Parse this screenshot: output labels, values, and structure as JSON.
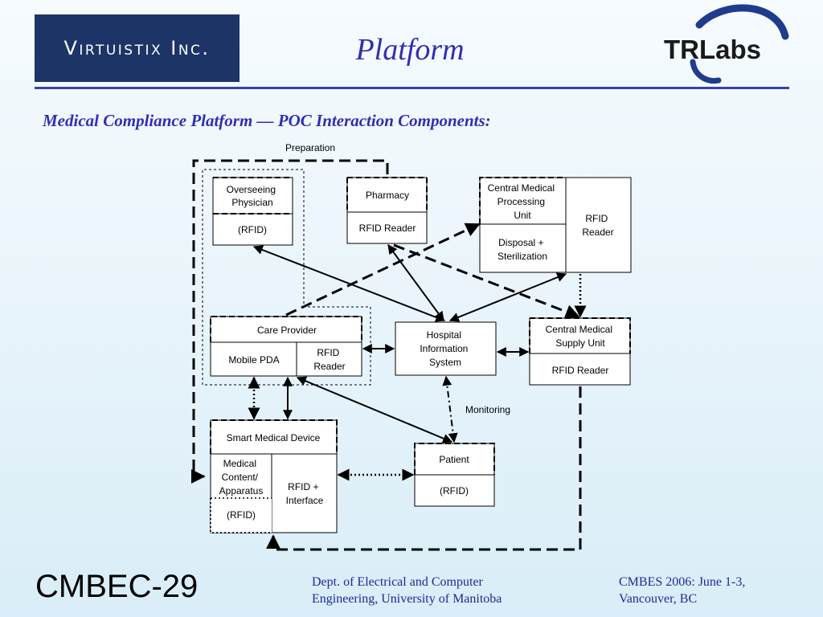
{
  "header": {
    "left_logo_text": "Virtuistix Inc.",
    "title": "Platform",
    "right_logo_text": "TRLabs"
  },
  "subtitle": "Medical Compliance Platform — POC Interaction Components:",
  "diagram": {
    "preparation_label": "Preparation",
    "monitoring_label": "Monitoring",
    "physician": {
      "title": [
        "Overseeing",
        "Physician"
      ],
      "rfid": "(RFID)"
    },
    "pharmacy": {
      "title": "Pharmacy",
      "rfid": "RFID Reader"
    },
    "central_processing": {
      "title": [
        "Central Medical",
        "Processing",
        "Unit"
      ],
      "sub": [
        "Disposal +",
        "Sterilization"
      ],
      "reader": [
        "RFID",
        "Reader"
      ]
    },
    "care_provider": {
      "title": "Care Provider",
      "pda": "Mobile PDA",
      "reader": [
        "RFID",
        "Reader"
      ]
    },
    "his": {
      "title": [
        "Hospital",
        "Information",
        "System"
      ]
    },
    "supply": {
      "title": [
        "Central Medical",
        "Supply Unit"
      ],
      "rfid": "RFID Reader"
    },
    "smart_device": {
      "title": "Smart Medical Device",
      "content": [
        "Medical",
        "Content/",
        "Apparatus"
      ],
      "rfid": "(RFID)",
      "interface": [
        "RFID +",
        "Interface"
      ]
    },
    "patient": {
      "title": "Patient",
      "rfid": "(RFID)"
    }
  },
  "footer": {
    "left": "CMBEC-29",
    "mid": [
      "Dept. of Electrical and Computer",
      "Engineering, University of Manitoba"
    ],
    "right": [
      "CMBES 2006: June 1-3,",
      "Vancouver, BC"
    ]
  },
  "colors": {
    "title_blue": "#2f2fb0",
    "logo_navy": "#1c3566",
    "rule": "#3a3fb0"
  }
}
